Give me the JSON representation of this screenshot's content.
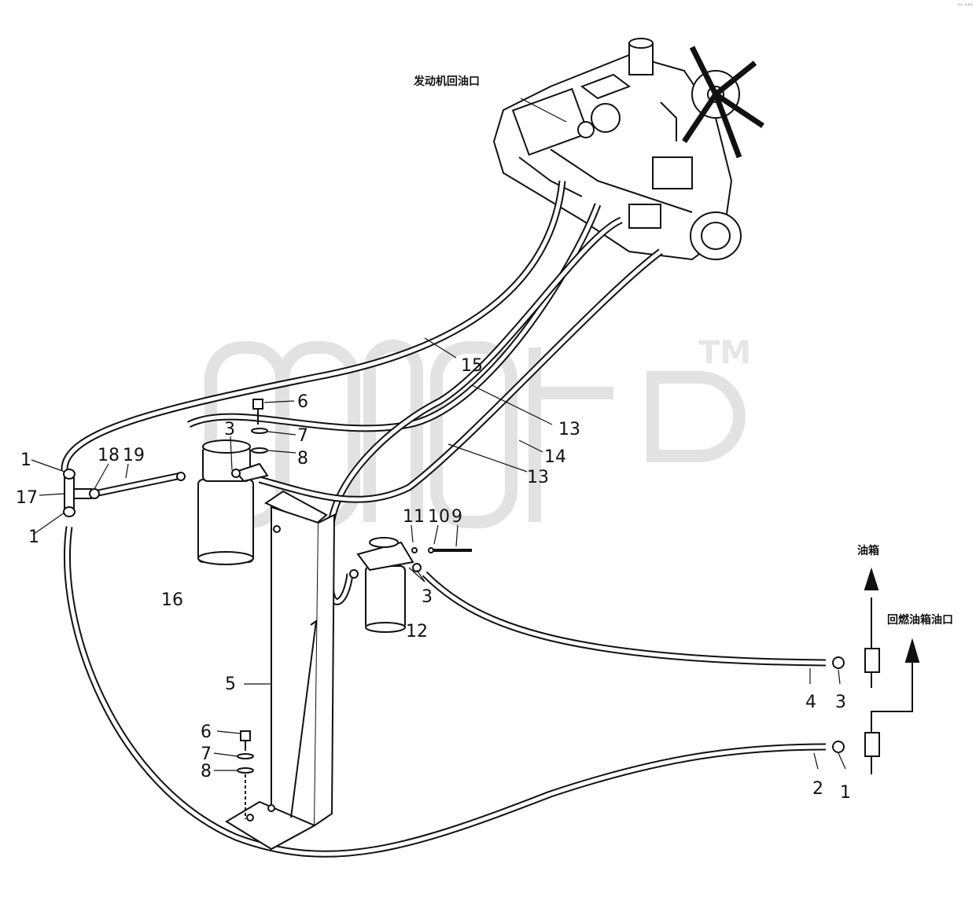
{
  "annotations": {
    "engine_return_port": "发动机回油口",
    "fuel_tank": "油箱",
    "tank_return_port": "回燃油箱油口"
  },
  "watermark_tm": "TM",
  "corner_mark": "°° °°°",
  "callouts": {
    "c1_top": "1",
    "c17": "17",
    "c1_bot": "1",
    "c18": "18",
    "c19": "19",
    "c3_a": "3",
    "c6_top": "6",
    "c7_top": "7",
    "c8_top": "8",
    "c15": "15",
    "c13_a": "13",
    "c14": "14",
    "c13_b": "13",
    "c11": "11",
    "c10": "10",
    "c9": "9",
    "c3_b": "3",
    "c12": "12",
    "c16": "16",
    "c5": "5",
    "c6_bot": "6",
    "c7_bot": "7",
    "c8_bot": "8",
    "c4": "4",
    "c3_c": "3",
    "c2": "2",
    "c1_right": "1"
  }
}
